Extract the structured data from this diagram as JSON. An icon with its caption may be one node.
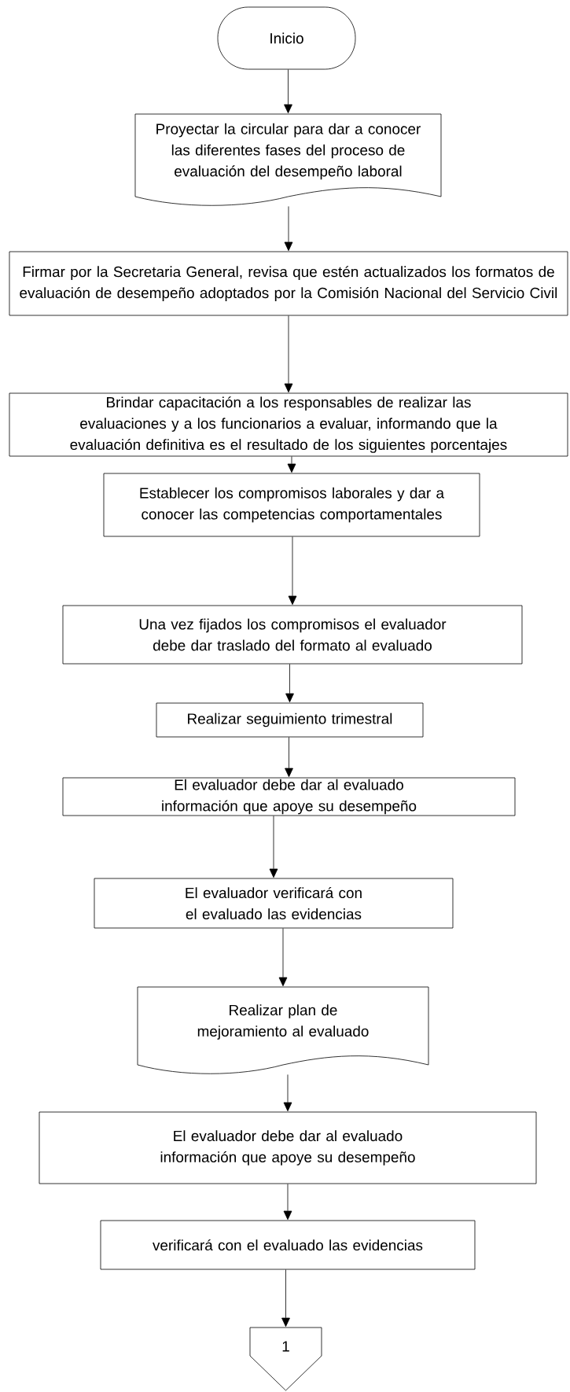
{
  "diagram": {
    "nodes": [
      {
        "text": [
          "Inicio"
        ]
      },
      {
        "text": [
          "Proyectar la circular para dar a conocer las diferentes fases del proceso de evaluación del desempeño laboral"
        ]
      },
      {
        "text": [
          "Firmar por la Secretaria General, revisa que estén actualizados los formatos de evaluación de desempeño adoptados por la Comisión Nacional del Servicio Civil"
        ]
      },
      {
        "text": [
          "Brindar capacitación a los responsables de realizar las evaluaciones y a los funcionarios a evaluar, informando que la evaluación definitiva es el resultado de los siguientes porcentajes"
        ]
      },
      {
        "text": [
          "Establecer los compromisos laborales y dar a conocer las competencias comportamentales"
        ]
      },
      {
        "text": [
          "Una vez fijados los compromisos el evaluador debe dar traslado del formato al evaluado"
        ]
      },
      {
        "text": [
          "Realizar seguimiento trimestral"
        ]
      },
      {
        "text": [
          "El evaluador debe dar al evaluado información que apoye su desempeño"
        ]
      },
      {
        "text": [
          "El evaluador verificará con el evaluado las evidencias"
        ]
      },
      {
        "text": [
          "Realizar plan de mejoramiento al evaluado"
        ]
      },
      {
        "text": [
          "El evaluador debe dar al evaluado información que apoye su desempeño"
        ]
      },
      {
        "text": [
          "verificará con el evaluado las evidencias"
        ]
      },
      {
        "text": [
          "1"
        ]
      }
    ],
    "edges": [
      {
        "from": 0,
        "to": 1,
        "arrow": "to"
      },
      {
        "from": 1,
        "to": 2,
        "arrow": "to"
      },
      {
        "from": 2,
        "to": 3,
        "arrow": "to"
      },
      {
        "from": 3,
        "to": 4,
        "arrow": "to"
      },
      {
        "from": 4,
        "to": 5,
        "arrow": "to"
      },
      {
        "from": 5,
        "to": 6,
        "arrow": "to"
      },
      {
        "from": 6,
        "to": 7,
        "arrow": "to"
      },
      {
        "from": 7,
        "to": 8,
        "arrow": "to"
      },
      {
        "from": 8,
        "to": 9,
        "arrow": "to"
      },
      {
        "from": 9,
        "to": 10,
        "arrow": "to"
      },
      {
        "from": 10,
        "to": 11,
        "arrow": "to"
      },
      {
        "from": 11,
        "to": 12,
        "arrow": "to"
      }
    ]
  }
}
